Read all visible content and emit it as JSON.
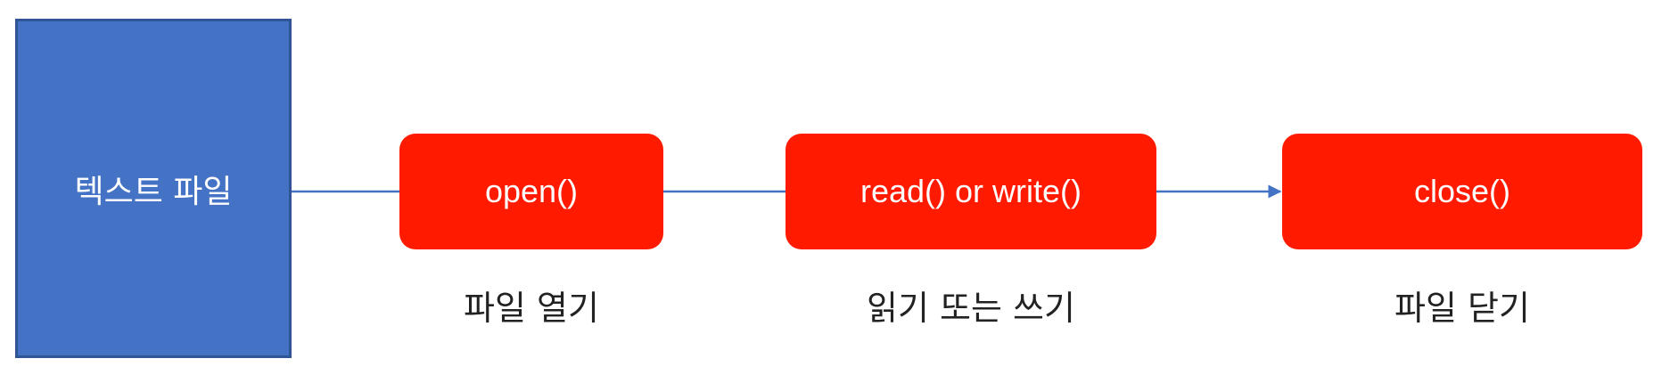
{
  "diagram": {
    "source": {
      "label": "텍스트 파일",
      "fill": "#4472c4",
      "border": "#2f5597"
    },
    "steps": [
      {
        "label": "open()",
        "caption": "파일 열기"
      },
      {
        "label": "read() or write()",
        "caption": "읽기 또는 쓰기"
      },
      {
        "label": "close()",
        "caption": "파일 닫기"
      }
    ],
    "step_fill": "#ff1a00",
    "connector_color": "#4472c4",
    "arrowhead_target": "close()"
  }
}
